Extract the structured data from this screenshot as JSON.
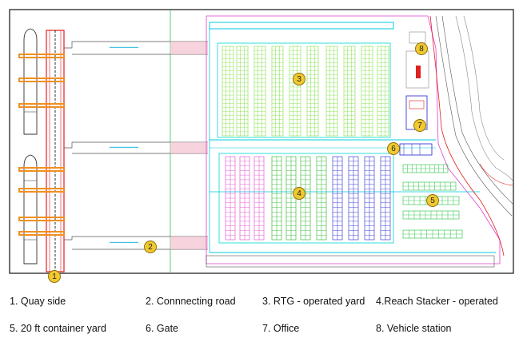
{
  "diagram": {
    "markers": [
      {
        "id": "1",
        "label": "1"
      },
      {
        "id": "2",
        "label": "2"
      },
      {
        "id": "3",
        "label": "3"
      },
      {
        "id": "4",
        "label": "4"
      },
      {
        "id": "5",
        "label": "5"
      },
      {
        "id": "6",
        "label": "6"
      },
      {
        "id": "7",
        "label": "7"
      },
      {
        "id": "8",
        "label": "8"
      }
    ],
    "colors": {
      "frame": "#111111",
      "quay": "#e02020",
      "crane": "#f09020",
      "road": "#00b0e0",
      "rtg_green": "#7ee040",
      "rs_magenta": "#e040d0",
      "rs_green": "#20b020",
      "rs_blue": "#2020d0",
      "yard20_green": "#20c040",
      "cyan": "#00d8d8",
      "marker_fill": "#f0c830",
      "marker_stroke": "#8a6a00"
    }
  },
  "legend": [
    {
      "label": "1. Quay side"
    },
    {
      "label": "2. Connnecting road"
    },
    {
      "label": "3. RTG - operated yard"
    },
    {
      "label": "4.Reach Stacker - operated"
    },
    {
      "label": "5. 20 ft container yard"
    },
    {
      "label": "6. Gate"
    },
    {
      "label": "7. Office"
    },
    {
      "label": "8. Vehicle station"
    }
  ]
}
